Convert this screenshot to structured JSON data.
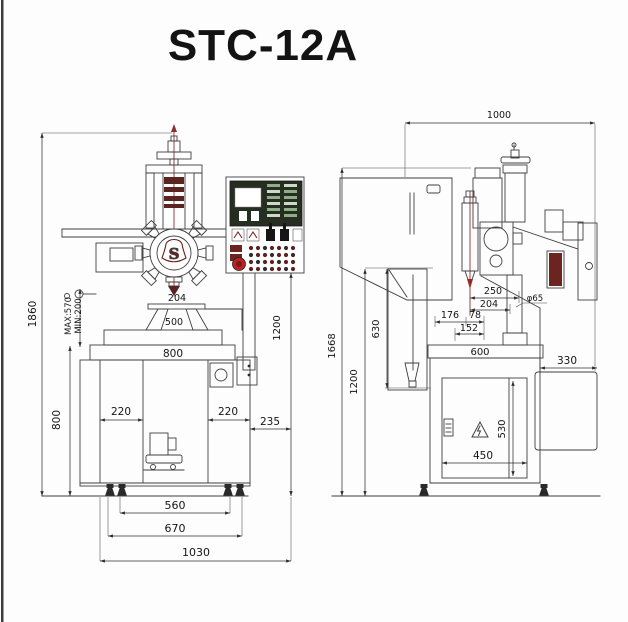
{
  "title": "STC-12A",
  "front_view": {
    "turret_logo": "S",
    "dims": {
      "total_height": "1860",
      "stroke_max": "MAX:570",
      "stroke_min": "MIN:200",
      "base_height": "800",
      "spindle_nose": "204",
      "support_width": "500",
      "table_width": "800",
      "col_left": "220",
      "col_right": "220",
      "pendant_offset": "235",
      "pendant_height": "1200",
      "feet_inner": "560",
      "feet_outer": "670",
      "overall_width": "1030"
    }
  },
  "side_view": {
    "dims": {
      "overall_depth": "1000",
      "overall_height": "1668",
      "column_height": "1200",
      "chute_height": "630",
      "spindle_reach": "250",
      "spindle_nose": "204",
      "offset_a": "176",
      "offset_b": "78",
      "offset_c": "152",
      "table_depth": "600",
      "rear_depth": "330",
      "door_height": "530",
      "door_width": "450",
      "quill_dia": "φ65"
    }
  }
}
